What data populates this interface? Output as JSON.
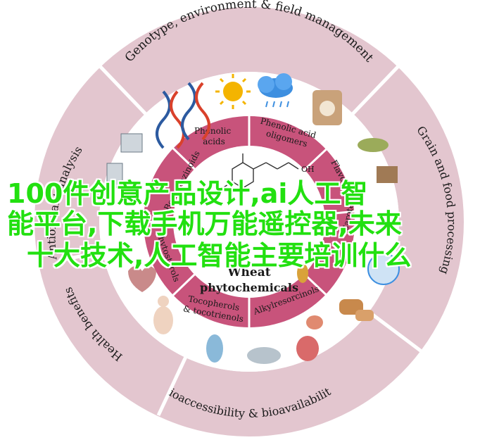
{
  "colors": {
    "outer_ring": "#e3c6cf",
    "inner_ring": "#c8537b",
    "center": "#ffffff",
    "overlay_text": "#22e010"
  },
  "outer_ring": {
    "top": "Genotype, environment & field management",
    "left": "Antioxidant analysis",
    "right": "Grain and food processing",
    "bottom_left": "Health benefits",
    "bottom": "Bioaccessibility & bioavailability"
  },
  "inner_ring": {
    "phenolic_acids": [
      "Phenolic",
      "acids"
    ],
    "phenolic_acid_oligomers": [
      "Phenolic acid",
      "oligomers"
    ],
    "flavonoids": "Flavonoids",
    "carotenoids": "Carotenoids",
    "alkylresorcinols": "Alkylresorcinols",
    "tocopherols": [
      "Tocopherols",
      "& tocotrienols"
    ],
    "phytosterols": "Phytosterols",
    "benzoxazinoids": "Benzoxazinoids"
  },
  "center": {
    "title_line1": "Wheat",
    "title_line2": "phytochemicals",
    "formula_label": "OH"
  },
  "overlay": {
    "line1": "100件创意产品设计,ai人工智",
    "line2": "能平台,下载手机万能遥控器,未来",
    "line3": "十大技术,人工智能主要培训什么"
  }
}
